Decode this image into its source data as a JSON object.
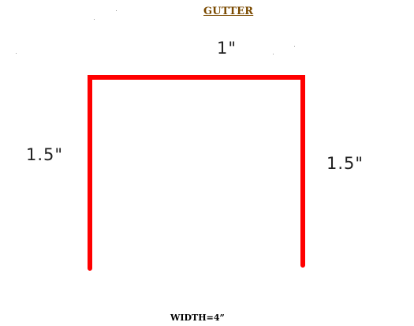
{
  "diagram": {
    "title": "GUTTER",
    "top_dimension": "1\"",
    "left_dimension": "1.5\"",
    "right_dimension": "1.5\"",
    "footer": "WIDTH=4”"
  },
  "colors": {
    "profile_line": "#ff0000",
    "title_text": "#7a4a00",
    "dimension_text": "#222222",
    "footer_text": "#000000"
  }
}
